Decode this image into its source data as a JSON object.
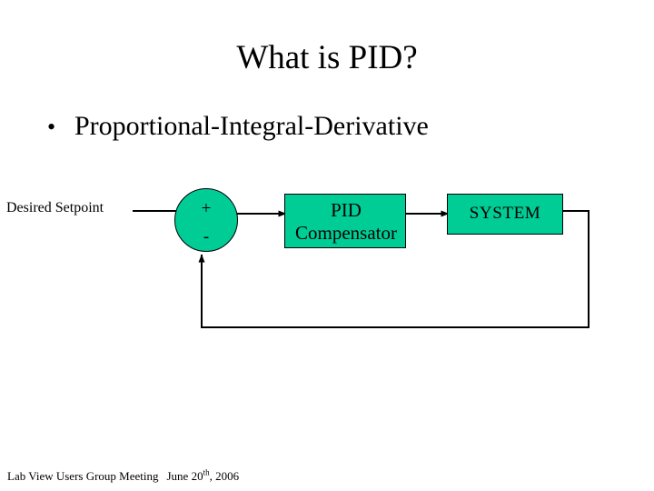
{
  "slide": {
    "title": "What is PID?",
    "bullets": [
      {
        "marker": "•",
        "text": "Proportional-Integral-Derivative"
      }
    ],
    "footer": {
      "event": "Lab View Users Group Meeting",
      "date_prefix": "June 20",
      "date_ordinal": "th",
      "date_suffix": ", 2006",
      "full": "LabView Users Group Meeting  June 20th, 2006"
    }
  },
  "diagram": {
    "type": "control-block-diagram",
    "colors": {
      "block_fill": "#00cc96",
      "stroke": "#000000",
      "background": "#ffffff",
      "text": "#000000"
    },
    "input_label": "Desired Setpoint",
    "summing_junction": {
      "name": "summing-junction",
      "shape": "circle",
      "plus_sign": "+",
      "minus_sign": "-"
    },
    "blocks": [
      {
        "id": "pid",
        "label_line1": "PID",
        "label_line2": "Compensator"
      },
      {
        "id": "system",
        "label": "SYSTEM"
      }
    ],
    "connections": [
      {
        "from": "Desired Setpoint",
        "to": "summing-junction (+)",
        "arrow": true
      },
      {
        "from": "summing-junction",
        "to": "PID Compensator",
        "arrow": true
      },
      {
        "from": "PID Compensator",
        "to": "SYSTEM",
        "arrow": true
      },
      {
        "from": "SYSTEM",
        "to": "summing-junction (-)",
        "arrow": true,
        "style": "feedback-loop"
      }
    ]
  }
}
